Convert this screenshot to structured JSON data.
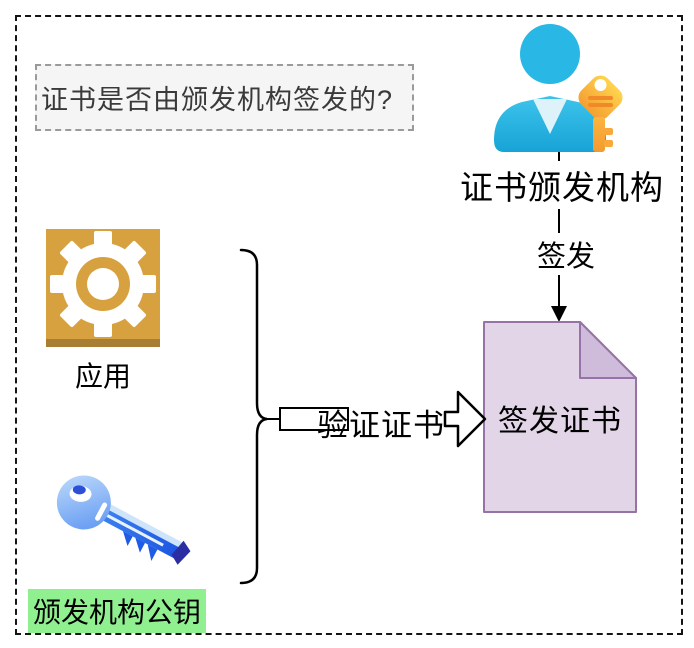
{
  "diagram": {
    "question": "证书是否由颁发机构签发的?",
    "ca_label": "证书颁发机构",
    "issue_label": "签发",
    "certificate_label": "签发证书",
    "app_label": "应用",
    "public_key_label": "颁发机构公钥",
    "verify_label": "验证证书"
  },
  "icons": {
    "ca_icon": "person-with-key-icon",
    "app_icon": "gear-icon",
    "public_key_icon": "blue-key-icon"
  },
  "colors": {
    "frame_dash": "#141414",
    "question_box_bg": "#F5F5F5",
    "question_box_border": "#9A9A9A",
    "certificate_fill": "#E1D5E7",
    "certificate_fold": "#CFBCDB",
    "certificate_border": "#9673A6",
    "highlight_green": "#90F090",
    "gear_gold": "#D8A140",
    "gear_gold_dark": "#A87E35",
    "person_cyan": "#29B7E5",
    "key_orange": "#F9A93A",
    "key_blue": "#2F74EC",
    "line_black": "#000000"
  }
}
